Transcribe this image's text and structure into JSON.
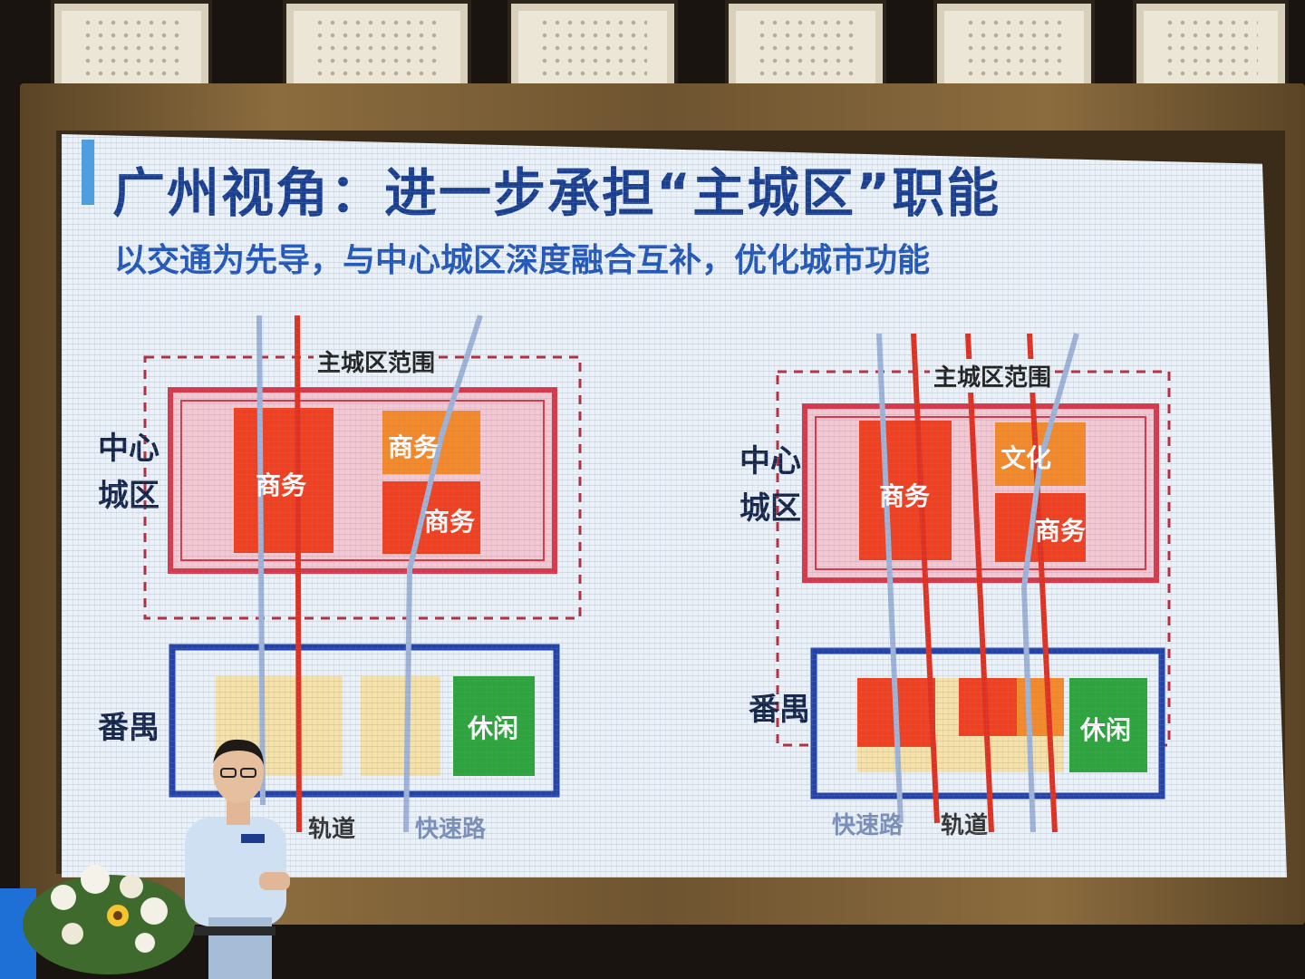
{
  "slide": {
    "title": "广州视角：进一步承担“主城区”职能",
    "subtitle": "以交通为先导，与中心城区深度融合互补，优化城市功能"
  },
  "left_diagram": {
    "scope_label": "主城区范围",
    "zone_center": "中心城区",
    "zone_center_line1": "中心",
    "zone_center_line2": "城区",
    "zone_panyu": "番禺",
    "blocks": [
      "商务",
      "商务",
      "商务",
      "休闲"
    ],
    "legend_rail": "轨道",
    "legend_expressway": "快速路"
  },
  "right_diagram": {
    "scope_label": "主城区范围",
    "zone_center_line1": "中心",
    "zone_center_line2": "城区",
    "zone_panyu": "番禺",
    "blocks": [
      "商务",
      "文化",
      "商务",
      "休闲"
    ],
    "legend_expressway": "快速路",
    "legend_rail": "轨道"
  },
  "colors": {
    "title": "#1b3f8f",
    "subtitle": "#2357b8",
    "business": "#f0401f",
    "business_light": "#f58a2a",
    "leisure": "#2ea43c",
    "rail": "#e03020",
    "expressway": "#9fb4d8",
    "panyu_border": "#2443a8"
  }
}
